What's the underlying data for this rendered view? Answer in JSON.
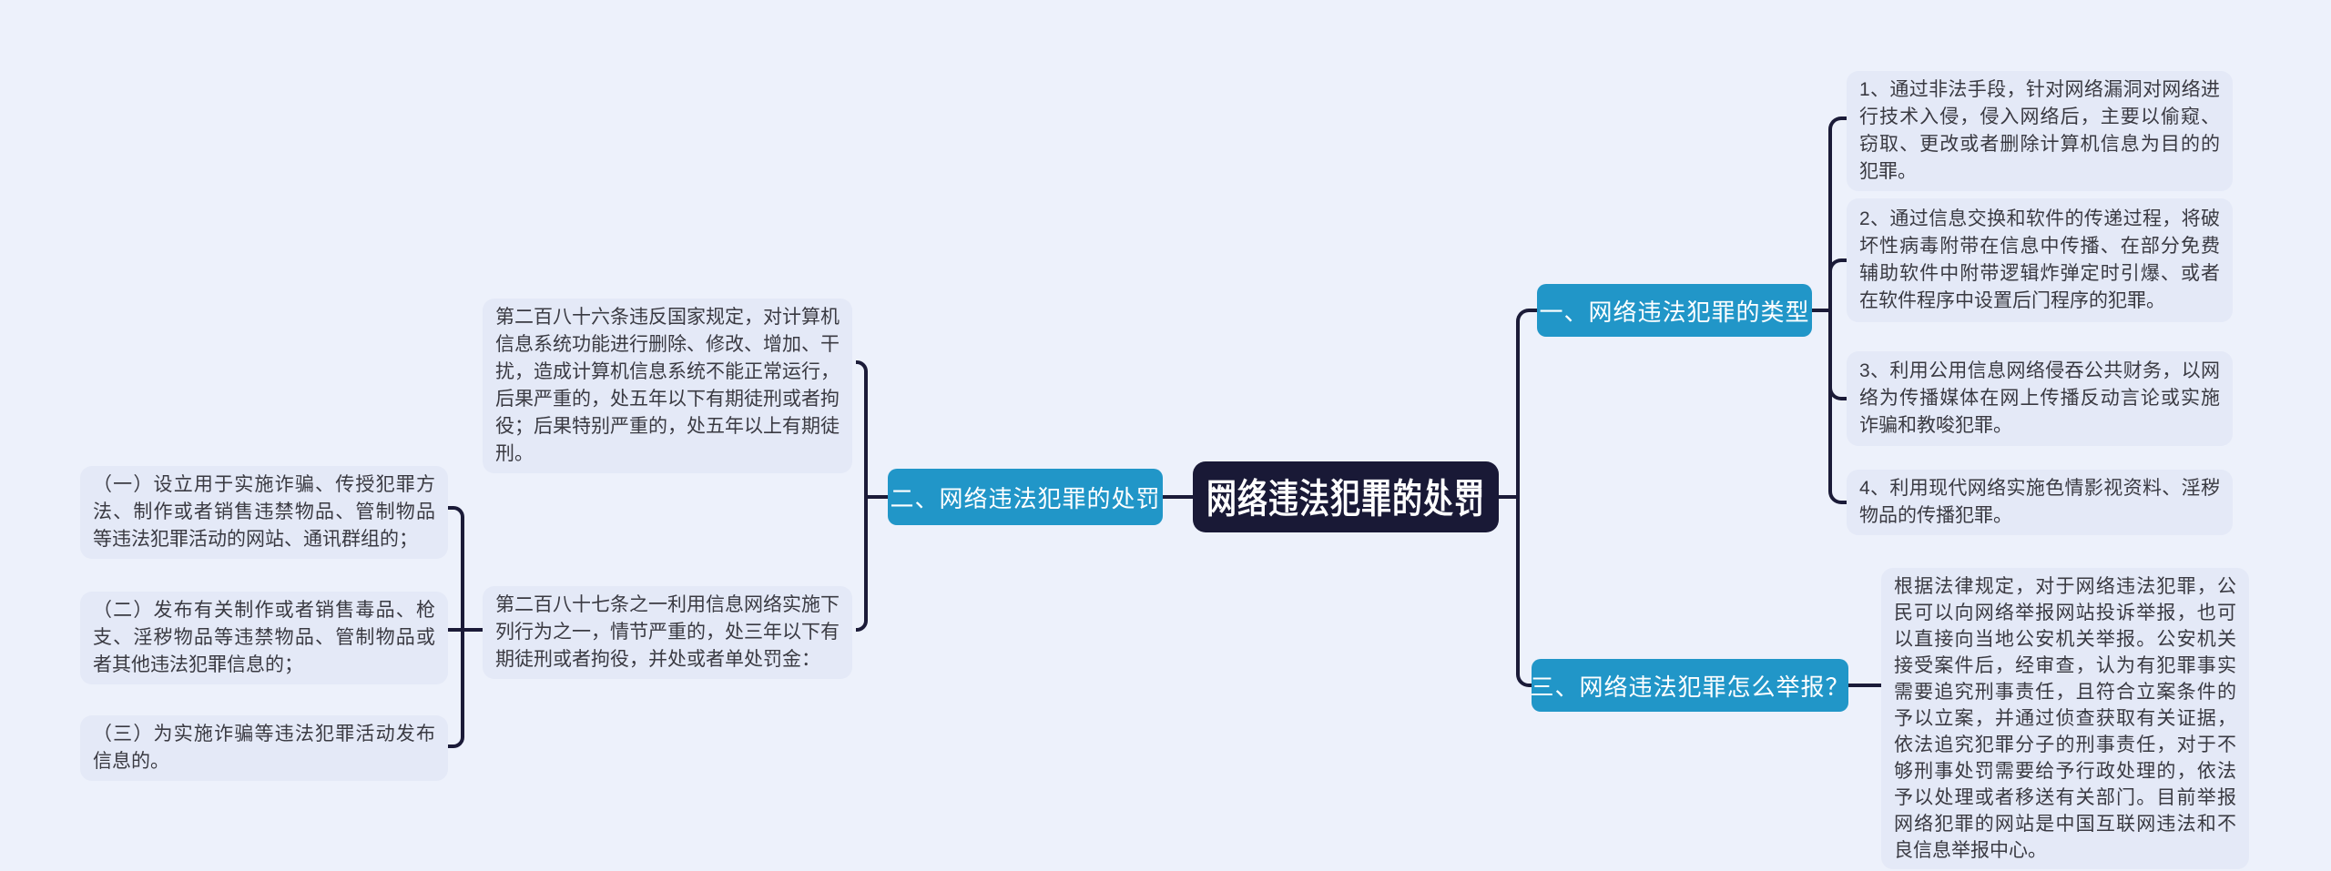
{
  "theme": {
    "bg": "#edf1fb",
    "box_fill": "#e4e9f7",
    "node_fill": "#2196c8",
    "central_fill": "#191936",
    "line": "#1b1b38",
    "text": "#3a3a42"
  },
  "central": {
    "label": "网络违法犯罪的处罚"
  },
  "types": {
    "label": "一、网络违法犯罪的类型",
    "items": [
      "1、通过非法手段，针对网络漏洞对网络进行技术入侵，侵入网络后，主要以偷窥、窃取、更改或者删除计算机信息为目的的犯罪。",
      "2、通过信息交换和软件的传递过程，将破坏性病毒附带在信息中传播、在部分免费辅助软件中附带逻辑炸弹定时引爆、或者在软件程序中设置后门程序的犯罪。",
      "3、利用公用信息网络侵吞公共财务，以网络为传播媒体在网上传播反动言论或实施诈骗和教唆犯罪。",
      "4、利用现代网络实施色情影视资料、淫秽物品的传播犯罪。"
    ]
  },
  "punishment": {
    "label": "二、网络违法犯罪的处罚",
    "article_286": "第二百八十六条违反国家规定，对计算机信息系统功能进行删除、修改、增加、干扰，造成计算机信息系统不能正常运行，后果严重的，处五年以下有期徒刑或者拘役；后果特别严重的，处五年以上有期徒刑。",
    "article_287": "第二百八十七条之一利用信息网络实施下列行为之一，情节严重的，处三年以下有期徒刑或者拘役，并处或者单处罚金：",
    "acts": [
      "（一）设立用于实施诈骗、传授犯罪方法、制作或者销售违禁物品、管制物品等违法犯罪活动的网站、通讯群组的；",
      "（二）发布有关制作或者销售毒品、枪支、淫秽物品等违禁物品、管制物品或者其他违法犯罪信息的；",
      "（三）为实施诈骗等违法犯罪活动发布信息的。"
    ]
  },
  "report": {
    "label": "三、网络违法犯罪怎么举报？",
    "detail": "根据法律规定，对于网络违法犯罪，公民可以向网络举报网站投诉举报，也可以直接向当地公安机关举报。公安机关接受案件后，经审查，认为有犯罪事实需要追究刑事责任，且符合立案条件的予以立案，并通过侦查获取有关证据，依法追究犯罪分子的刑事责任，对于不够刑事处罚需要给予行政处理的，依法予以处理或者移送有关部门。目前举报网络犯罪的网站是中国互联网违法和不良信息举报中心。"
  }
}
